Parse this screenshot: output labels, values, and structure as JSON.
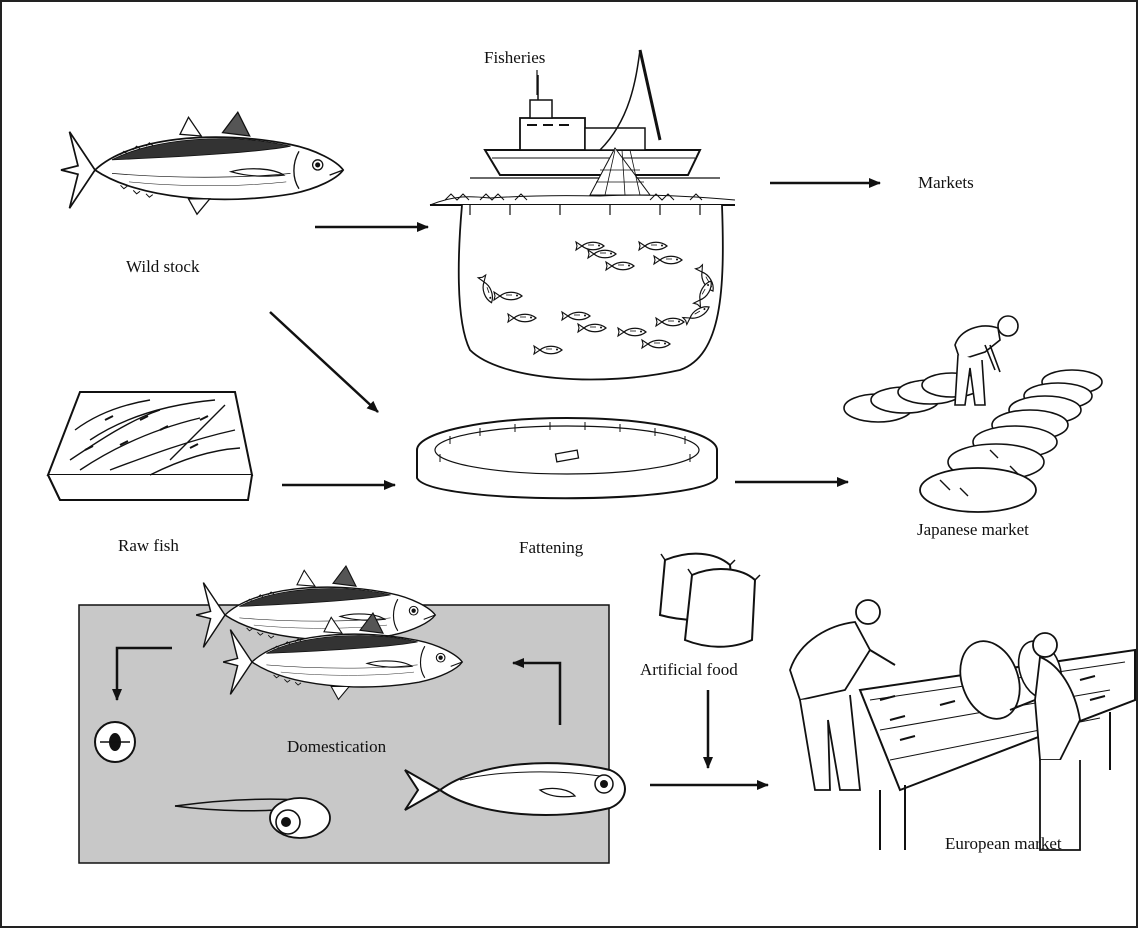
{
  "labels": {
    "fisheries": "Fisheries",
    "markets": "Markets",
    "wild_stock": "Wild stock",
    "raw_fish": "Raw fish",
    "fattening": "Fattening",
    "japanese_market": "Japanese market",
    "artificial_food": "Artificial food",
    "domestication": "Domestication",
    "european_market": "European market"
  },
  "colors": {
    "line": "#111111",
    "domestication_box": "#c8c8c8",
    "border": "#222222"
  },
  "icons": [
    "tuna-fish-icon",
    "fishing-boat-icon",
    "purse-seine-net-icon",
    "fish-crate-icon",
    "fattening-cage-icon",
    "tuna-carcass-row-icon",
    "food-sack-icon",
    "egg-icon",
    "larva-icon",
    "juvenile-fish-icon",
    "fish-market-stall-icon"
  ]
}
